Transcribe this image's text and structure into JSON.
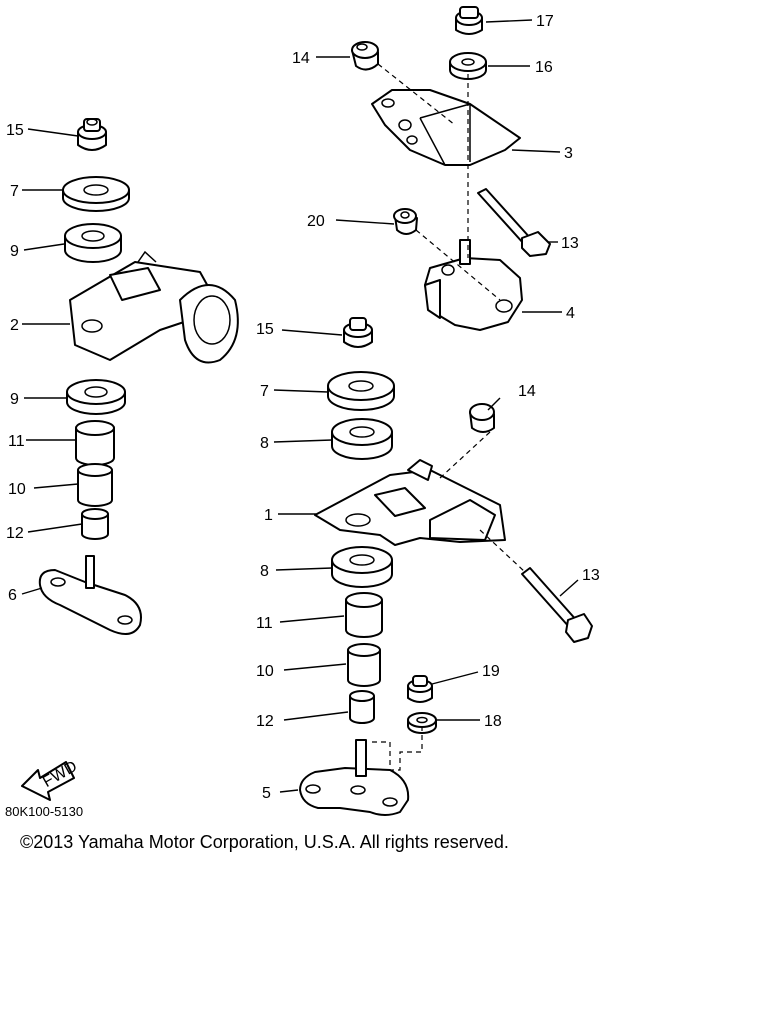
{
  "callouts": {
    "c17": "17",
    "c14a": "14",
    "c16": "16",
    "c3": "3",
    "c20": "20",
    "c13a": "13",
    "c4": "4",
    "c15a": "15",
    "c7a": "7",
    "c9a": "9",
    "c2": "2",
    "c9b": "9",
    "c11a": "11",
    "c10a": "10",
    "c12a": "12",
    "c6": "6",
    "c15b": "15",
    "c7b": "7",
    "c8a": "8",
    "c14b": "14",
    "c1": "1",
    "c8b": "8",
    "c13b": "13",
    "c11b": "11",
    "c10b": "10",
    "c12b": "12",
    "c19": "19",
    "c18": "18",
    "c5": "5"
  },
  "fwd_label": "FWD",
  "diagram_code": "80K100-5130",
  "copyright": "©2013 Yamaha Motor Corporation, U.S.A. All rights reserved."
}
